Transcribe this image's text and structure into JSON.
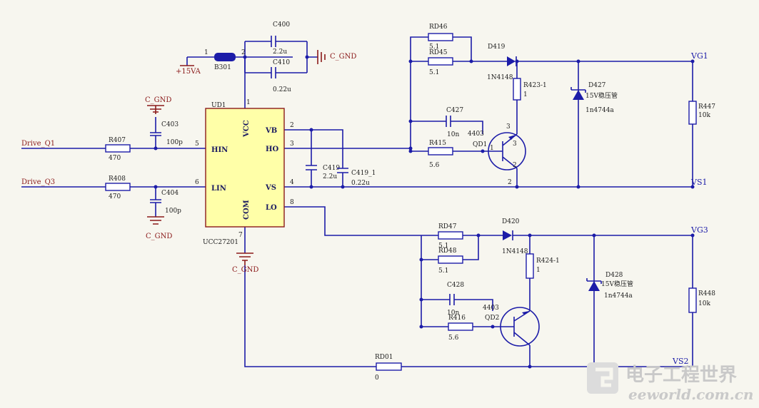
{
  "nets": {
    "drive_q1": "Drive_Q1",
    "drive_q3": "Drive_Q3",
    "vg1": "VG1",
    "vs1": "VS1",
    "vg3": "VG3",
    "vs2": "VS2",
    "supply": "+15VA",
    "ground": "C_GND"
  },
  "ic": {
    "ref": "UD1",
    "part": "UCC27201",
    "pins": {
      "vcc": "VCC",
      "com": "COM",
      "hin": "HIN",
      "lin": "LIN",
      "vb": "VB",
      "ho": "HO",
      "vs": "VS",
      "lo": "LO"
    },
    "pin_numbers": {
      "p1": "1",
      "p2": "2",
      "p3": "3",
      "p4": "4",
      "p5": "5",
      "p6": "6",
      "p7": "7",
      "p8": "8"
    }
  },
  "bead": {
    "ref": "B301",
    "pin1": "1",
    "pin2": "2"
  },
  "components": {
    "c400": {
      "ref": "C400",
      "value": "2.2u"
    },
    "c410": {
      "ref": "C410",
      "value": "0.22u"
    },
    "c403": {
      "ref": "C403",
      "value": "100p"
    },
    "c404": {
      "ref": "C404",
      "value": "100p"
    },
    "r407": {
      "ref": "R407",
      "value": "470"
    },
    "r408": {
      "ref": "R408",
      "value": "470"
    },
    "c419": {
      "ref": "C419",
      "value": "2.2u"
    },
    "c419_1": {
      "ref": "C419_1",
      "value": "0.22u"
    },
    "rd46": {
      "ref": "RD46",
      "value": "5.1"
    },
    "rd45": {
      "ref": "RD45",
      "value": "5.1"
    },
    "d419": {
      "ref": "D419",
      "value": "1N4148"
    },
    "r423": {
      "ref": "R423-1",
      "value": "1"
    },
    "d427": {
      "ref": "D427",
      "value": "15V稳压管",
      "part": "1n4744a"
    },
    "r447": {
      "ref": "R447",
      "value": "10k"
    },
    "c427": {
      "ref": "C427",
      "value": "10n"
    },
    "r415": {
      "ref": "R415",
      "value": "5.6"
    },
    "qd1": {
      "ref": "QD1",
      "part": "4403",
      "pin1": "1",
      "pin2": "2",
      "pin3": "3"
    },
    "rd47": {
      "ref": "RD47",
      "value": "5.1"
    },
    "rd48": {
      "ref": "RD48",
      "value": "5.1"
    },
    "d420": {
      "ref": "D420",
      "value": "1N4148"
    },
    "r424": {
      "ref": "R424-1",
      "value": "1"
    },
    "d428": {
      "ref": "D428",
      "value": "15V稳压管",
      "part": "1n4744a"
    },
    "r448": {
      "ref": "R448",
      "value": "10k"
    },
    "c428": {
      "ref": "C428",
      "value": "10n"
    },
    "r416": {
      "ref": "R416",
      "value": "5.6"
    },
    "qd2": {
      "ref": "QD2",
      "part": "4403"
    },
    "rd01": {
      "ref": "RD01",
      "value": "0"
    }
  },
  "watermark": {
    "brand": "电子工程世界",
    "site": "eeworld.com.cn"
  },
  "colors": {
    "wire": "#1c1ca8",
    "ic_fill": "#ffffa8",
    "ground": "#8b1a1a",
    "net_label": "#1c1ca8",
    "background": "#f7f6ef"
  }
}
